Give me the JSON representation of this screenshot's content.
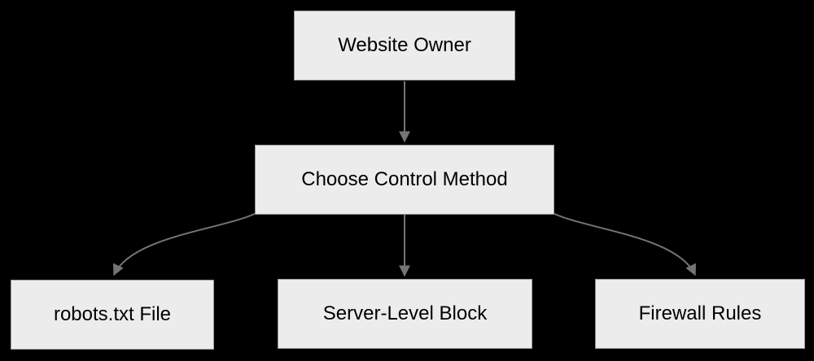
{
  "diagram": {
    "type": "flowchart",
    "direction": "top-down",
    "colors": {
      "background": "#000000",
      "node_fill": "#ececec",
      "node_border": "#999999",
      "node_text": "#000000",
      "edge": "#747474"
    },
    "nodes": [
      {
        "id": "website-owner",
        "label": "Website Owner"
      },
      {
        "id": "choose-control",
        "label": "Choose Control Method"
      },
      {
        "id": "robots-txt",
        "label": "robots.txt File"
      },
      {
        "id": "server-level-block",
        "label": "Server-Level Block"
      },
      {
        "id": "firewall-rules",
        "label": "Firewall Rules"
      }
    ],
    "edges": [
      {
        "from": "website-owner",
        "to": "choose-control"
      },
      {
        "from": "choose-control",
        "to": "robots-txt"
      },
      {
        "from": "choose-control",
        "to": "server-level-block"
      },
      {
        "from": "choose-control",
        "to": "firewall-rules"
      }
    ]
  }
}
